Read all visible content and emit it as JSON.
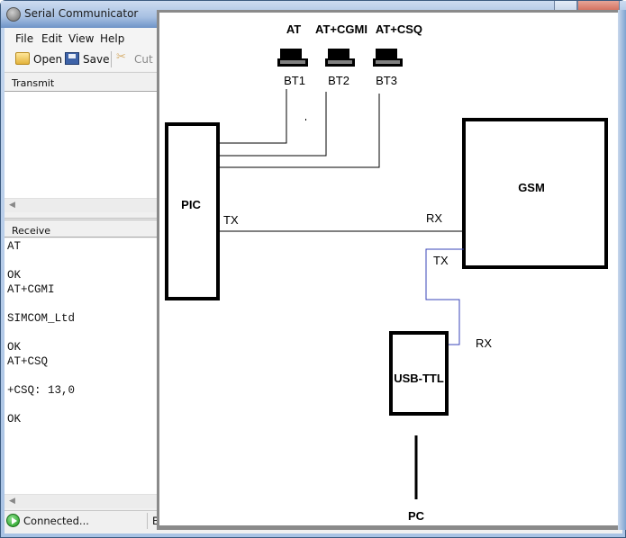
{
  "window": {
    "title": "Serial Communicator"
  },
  "menu": {
    "items": [
      "File",
      "Edit",
      "View",
      "Help"
    ]
  },
  "toolbar": {
    "open_label": "Open",
    "save_label": "Save",
    "cut_label": "Cut"
  },
  "transmit": {
    "header": "Transmit"
  },
  "receive": {
    "header": "Receive",
    "lines": [
      "AT",
      "",
      "OK",
      "AT+CGMI",
      "",
      "SIMCOM_Ltd",
      "",
      "OK",
      "AT+CSQ",
      "",
      "+CSQ: 13,0",
      "",
      "OK"
    ]
  },
  "status": {
    "text": "Connected...",
    "text2": "B"
  },
  "diagram": {
    "buttons": [
      {
        "command": "AT",
        "label": "BT1"
      },
      {
        "command": "AT+CGMI",
        "label": "BT2"
      },
      {
        "command": "AT+CSQ",
        "label": "BT3"
      }
    ],
    "blocks": {
      "pic": "PIC",
      "gsm": "GSM",
      "usb_ttl": "USB-TTL",
      "pc": "PC"
    },
    "pin_labels": {
      "pic_tx": "TX",
      "gsm_rx": "RX",
      "gsm_tx": "TX",
      "usb_rx": "RX"
    },
    "colors": {
      "wire": "#000000",
      "uart_wire": "#3a44b8"
    }
  }
}
